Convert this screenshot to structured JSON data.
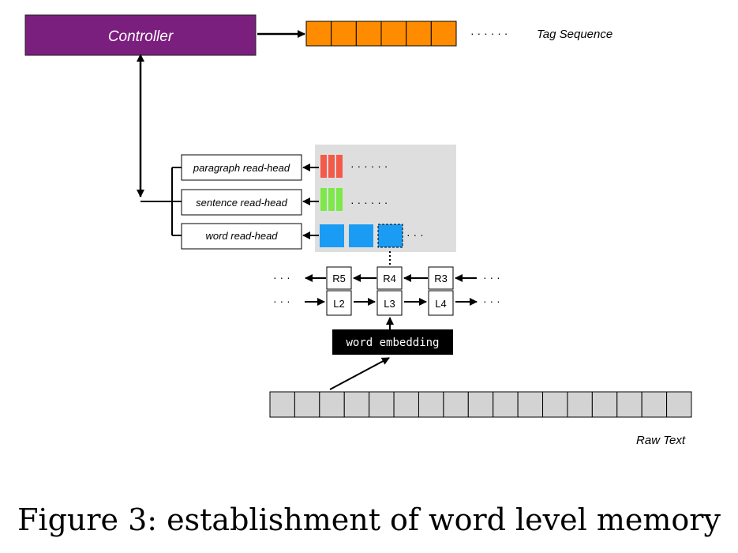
{
  "controller": {
    "label": "Controller",
    "color": "#7b1f7e"
  },
  "tag_sequence": {
    "label": "Tag Sequence",
    "dots": "· · · · · ·",
    "cell_color": "#ff8c00",
    "cell_count": 6
  },
  "read_heads": [
    {
      "label": "paragraph read-head",
      "color": "#f45a4a",
      "dots": "· · · · · ·"
    },
    {
      "label": "sentence read-head",
      "color": "#7de84a",
      "dots": "· · · · · ·"
    },
    {
      "label": "word read-head",
      "color": "#1a9cf5",
      "dots": "· · ·"
    }
  ],
  "memory_panel_color": "#dedede",
  "lstm": {
    "top_row": [
      "R5",
      "R4",
      "R3"
    ],
    "bottom_row": [
      "L2",
      "L3",
      "L4"
    ],
    "dots": "· · ·"
  },
  "embedding": {
    "label": "word embedding"
  },
  "raw_text": {
    "label": "Raw Text",
    "cell_count": 17,
    "cell_color": "#d3d3d3"
  },
  "caption": "Figure 3: establishment of word level memory"
}
